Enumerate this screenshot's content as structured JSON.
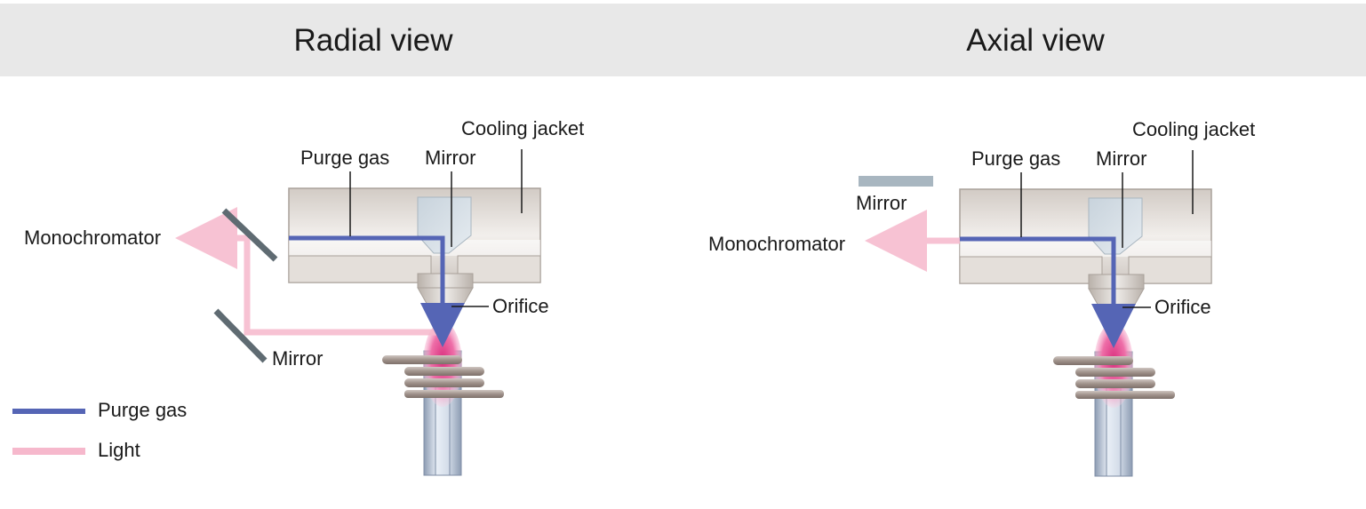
{
  "panels": {
    "radial": {
      "title": "Radial view",
      "labels": {
        "cooling_jacket": "Cooling jacket",
        "purge_gas": "Purge gas",
        "mirror_top": "Mirror",
        "monochromator": "Monochromator",
        "orifice": "Orifice",
        "mirror_bottom": "Mirror"
      }
    },
    "axial": {
      "title": "Axial view",
      "labels": {
        "cooling_jacket": "Cooling jacket",
        "purge_gas": "Purge gas",
        "mirror_top": "Mirror",
        "mirror_left": "Mirror",
        "monochromator": "Monochromator",
        "orifice": "Orifice"
      }
    }
  },
  "legend": {
    "purge_gas": "Purge gas",
    "light": "Light"
  },
  "colors": {
    "purge_gas": "#5565b5",
    "light": "#f6b8cc",
    "header_band": "#e8e8e8",
    "jacket": "#dcd6d0",
    "mirror": "#6a7880",
    "mirror_axial": "#a8b6c0",
    "plasma": "#e85a9a",
    "coil": "#a89c96",
    "torch": "#b8c4d4"
  }
}
